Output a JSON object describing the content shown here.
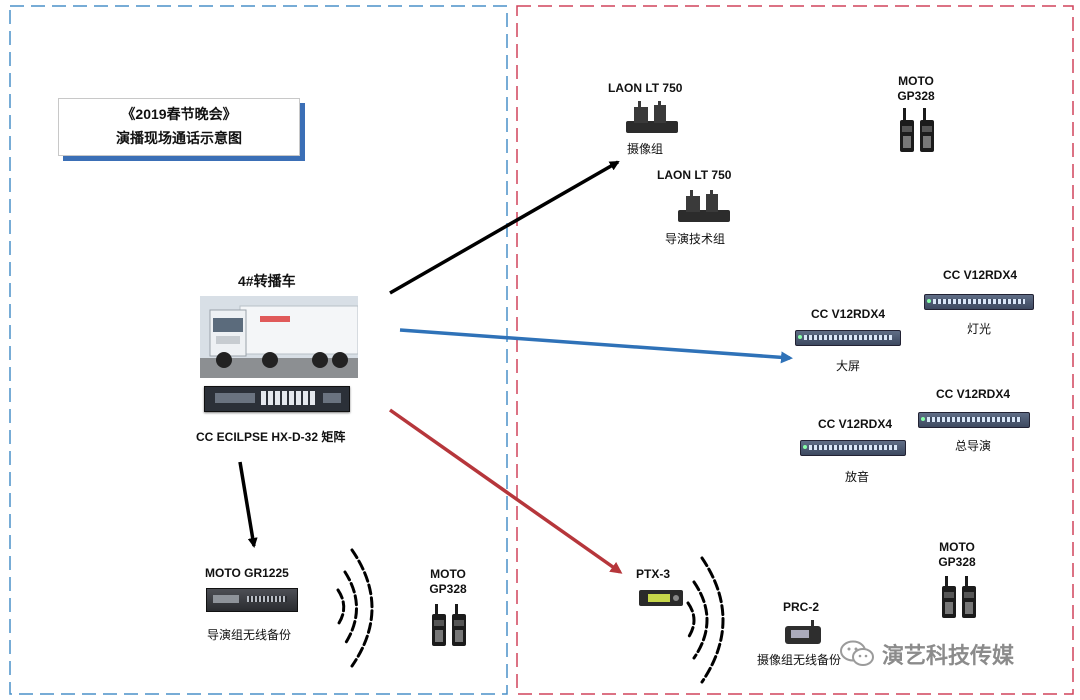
{
  "title": {
    "line1": "《2019春节晚会》",
    "line2": "演播现场通话示意图"
  },
  "left": {
    "truck_label": "4#转播车",
    "matrix_label": "CC ECILPSE HX-D-32  矩阵",
    "repeater": {
      "model": "MOTO GR1225",
      "caption": "导演组无线备份"
    },
    "radio": {
      "model_line1": "MOTO",
      "model_line2": "GP328"
    }
  },
  "right": {
    "laon_camera": {
      "model": "LAON LT 750",
      "caption": "摄像组"
    },
    "laon_director": {
      "model": "LAON LT 750",
      "caption": "导演技术组"
    },
    "moto_top": {
      "line1": "MOTO",
      "line2": "GP328"
    },
    "panel_lighting": {
      "model": "CC V12RDX4",
      "caption": "灯光"
    },
    "panel_screen": {
      "model": "CC V12RDX4",
      "caption": "大屏"
    },
    "panel_chief": {
      "model": "CC V12RDX4",
      "caption": "总导演"
    },
    "panel_sound": {
      "model": "CC V12RDX4",
      "caption": "放音"
    },
    "ptx": {
      "model": "PTX-3"
    },
    "prc": {
      "model": "PRC-2",
      "caption": "摄像组无线备份"
    },
    "moto_bottom": {
      "line1": "MOTO",
      "line2": "GP328"
    }
  },
  "watermark": {
    "text": "演艺科技传媒"
  },
  "colors": {
    "left_border": "#4a90c9",
    "right_border": "#d0435b",
    "arrow_black": "#000000",
    "arrow_blue": "#2f72b8",
    "arrow_red": "#b6363b",
    "title_shadow": "#3b6fb6"
  },
  "icons": [
    "truck-photo",
    "matrix-frame",
    "beltpack-icon",
    "walkie-talkie-icon",
    "rack-panel-icon",
    "repeater-icon",
    "wireless-wave-icon",
    "wechat-icon"
  ]
}
